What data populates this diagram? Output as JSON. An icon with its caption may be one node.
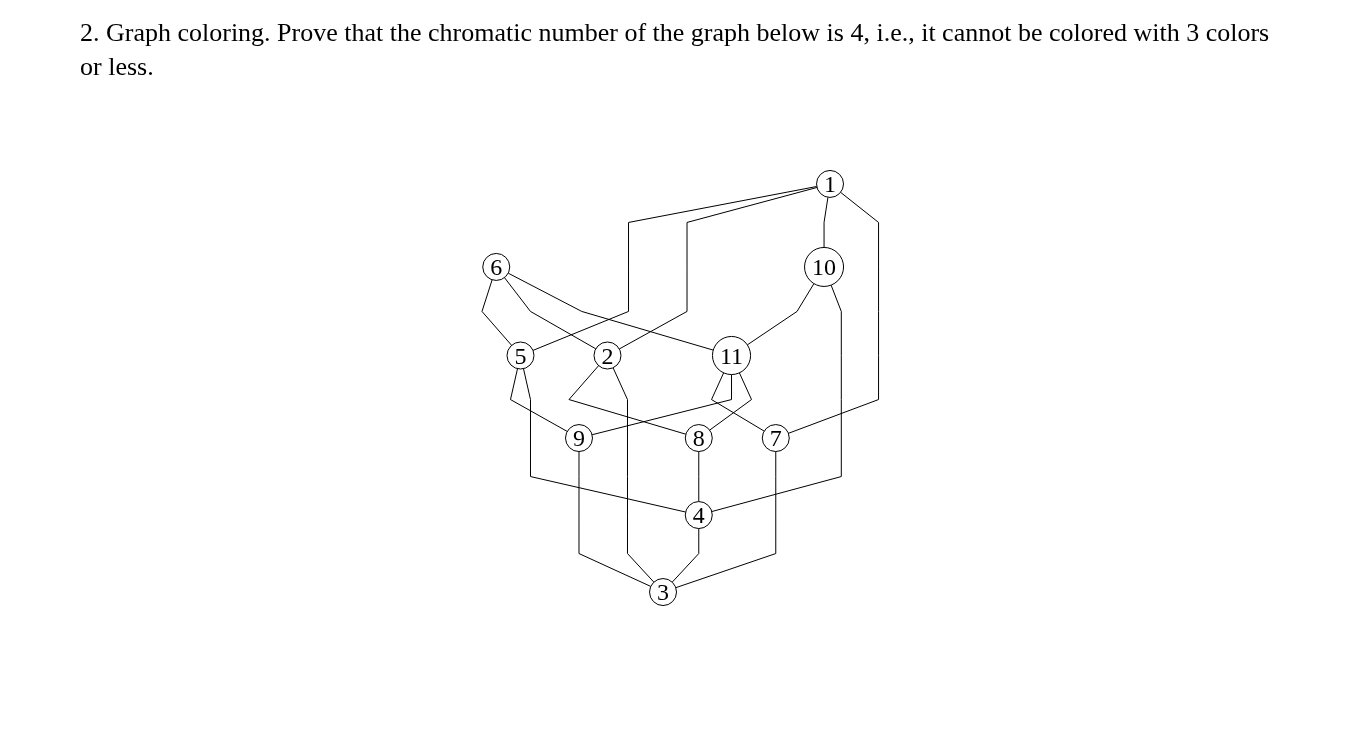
{
  "diagram": {
    "title": "2. Graph coloring. Prove that the chromatic number of the graph below is 4, i.e., it cannot be colored with 3 colors or less.",
    "nodes": [
      {
        "text": [
          "1"
        ]
      },
      {
        "text": [
          "6"
        ]
      },
      {
        "text": [
          "5"
        ]
      },
      {
        "text": [
          "10"
        ]
      },
      {
        "text": [
          "11"
        ]
      },
      {
        "text": [
          "7"
        ]
      },
      {
        "text": [
          "2"
        ]
      },
      {
        "text": [
          "9"
        ]
      },
      {
        "text": [
          "8"
        ]
      },
      {
        "text": [
          "4"
        ]
      },
      {
        "text": [
          "3"
        ]
      }
    ],
    "edges": [
      {
        "from": 0,
        "to": 2,
        "arrow": "none"
      },
      {
        "from": 0,
        "to": 6,
        "arrow": "none"
      },
      {
        "from": 0,
        "to": 3,
        "arrow": "none"
      },
      {
        "from": 0,
        "to": 5,
        "arrow": "none"
      },
      {
        "from": 1,
        "to": 2,
        "arrow": "none"
      },
      {
        "from": 1,
        "to": 6,
        "arrow": "none"
      },
      {
        "from": 1,
        "to": 4,
        "arrow": "none"
      },
      {
        "from": 3,
        "to": 4,
        "arrow": "none"
      },
      {
        "from": 4,
        "to": 5,
        "arrow": "none"
      },
      {
        "from": 4,
        "to": 7,
        "arrow": "none"
      },
      {
        "from": 4,
        "to": 8,
        "arrow": "none"
      },
      {
        "from": 2,
        "to": 7,
        "arrow": "none"
      },
      {
        "from": 2,
        "to": 9,
        "arrow": "none"
      },
      {
        "from": 3,
        "to": 9,
        "arrow": "none"
      },
      {
        "from": 7,
        "to": 10,
        "arrow": "none"
      },
      {
        "from": 6,
        "to": 8,
        "arrow": "none"
      },
      {
        "from": 6,
        "to": 10,
        "arrow": "none"
      },
      {
        "from": 5,
        "to": 10,
        "arrow": "none"
      },
      {
        "from": 8,
        "to": 9,
        "arrow": "none"
      },
      {
        "from": 9,
        "to": 10,
        "arrow": "none"
      }
    ]
  }
}
